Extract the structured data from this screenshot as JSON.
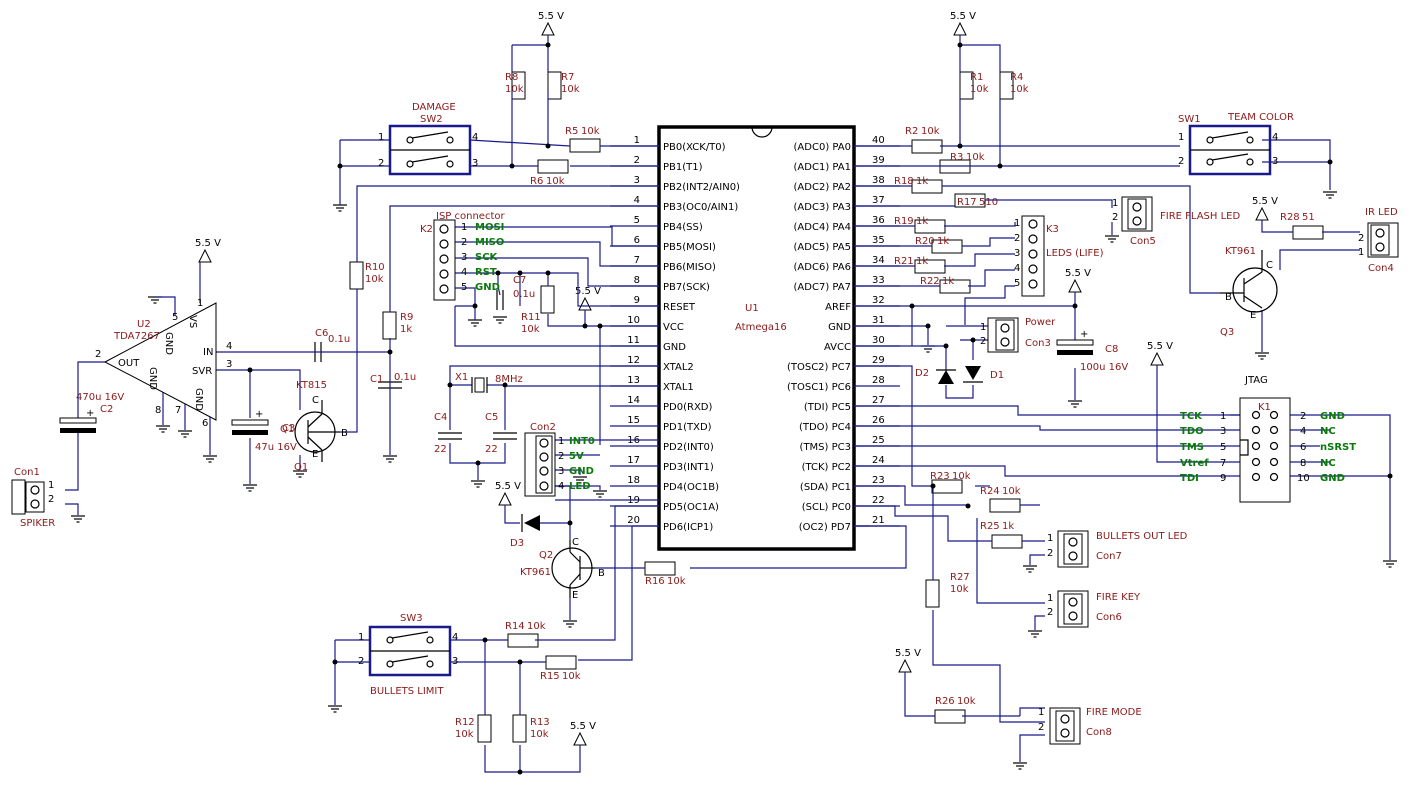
{
  "mcu": {
    "ref": "U1",
    "part": "Atmega16",
    "left_pins": [
      {
        "num": "1",
        "name": "PB0(XCK/T0)"
      },
      {
        "num": "2",
        "name": "PB1(T1)"
      },
      {
        "num": "3",
        "name": "PB2(INT2/AIN0)"
      },
      {
        "num": "4",
        "name": "PB3(OC0/AIN1)"
      },
      {
        "num": "5",
        "name": "PB4(SS)"
      },
      {
        "num": "6",
        "name": "PB5(MOSI)"
      },
      {
        "num": "7",
        "name": "PB6(MISO)"
      },
      {
        "num": "8",
        "name": "PB7(SCK)"
      },
      {
        "num": "9",
        "name": "RESET"
      },
      {
        "num": "10",
        "name": "VCC"
      },
      {
        "num": "11",
        "name": "GND"
      },
      {
        "num": "12",
        "name": "XTAL2"
      },
      {
        "num": "13",
        "name": "XTAL1"
      },
      {
        "num": "14",
        "name": "PD0(RXD)"
      },
      {
        "num": "15",
        "name": "PD1(TXD)"
      },
      {
        "num": "16",
        "name": "PD2(INT0)"
      },
      {
        "num": "17",
        "name": "PD3(INT1)"
      },
      {
        "num": "18",
        "name": "PD4(OC1B)"
      },
      {
        "num": "19",
        "name": "PD5(OC1A)"
      },
      {
        "num": "20",
        "name": "PD6(ICP1)"
      }
    ],
    "right_pins": [
      {
        "num": "40",
        "name": "(ADC0) PA0"
      },
      {
        "num": "39",
        "name": "(ADC1) PA1"
      },
      {
        "num": "38",
        "name": "(ADC2) PA2"
      },
      {
        "num": "37",
        "name": "(ADC3) PA3"
      },
      {
        "num": "36",
        "name": "(ADC4) PA4"
      },
      {
        "num": "35",
        "name": "(ADC5) PA5"
      },
      {
        "num": "34",
        "name": "(ADC6) PA6"
      },
      {
        "num": "33",
        "name": "(ADC7) PA7"
      },
      {
        "num": "32",
        "name": "AREF"
      },
      {
        "num": "31",
        "name": "GND"
      },
      {
        "num": "30",
        "name": "AVCC"
      },
      {
        "num": "29",
        "name": "(TOSC2) PC7"
      },
      {
        "num": "28",
        "name": "(TOSC1) PC6"
      },
      {
        "num": "27",
        "name": "(TDI) PC5"
      },
      {
        "num": "26",
        "name": "(TDO) PC4"
      },
      {
        "num": "25",
        "name": "(TMS) PC3"
      },
      {
        "num": "24",
        "name": "(TCK) PC2"
      },
      {
        "num": "23",
        "name": "(SDA) PC1"
      },
      {
        "num": "22",
        "name": "(SCL) PC0"
      },
      {
        "num": "21",
        "name": "(OC2) PD7"
      }
    ]
  },
  "resistors": [
    {
      "ref": "R8",
      "val": "10k"
    },
    {
      "ref": "R7",
      "val": "10k"
    },
    {
      "ref": "R5",
      "val": "10k"
    },
    {
      "ref": "R6",
      "val": "10k"
    },
    {
      "ref": "R1",
      "val": "10k"
    },
    {
      "ref": "R4",
      "val": "10k"
    },
    {
      "ref": "R2",
      "val": "10k"
    },
    {
      "ref": "R3",
      "val": "10k"
    },
    {
      "ref": "R18",
      "val": "1k"
    },
    {
      "ref": "R17",
      "val": "510"
    },
    {
      "ref": "R19",
      "val": "1k"
    },
    {
      "ref": "R20",
      "val": "1k"
    },
    {
      "ref": "R21",
      "val": "1k"
    },
    {
      "ref": "R22",
      "val": "1k"
    },
    {
      "ref": "R28",
      "val": "51"
    },
    {
      "ref": "R10",
      "val": "10k"
    },
    {
      "ref": "R9",
      "val": "1k"
    },
    {
      "ref": "R11",
      "val": "10k"
    },
    {
      "ref": "R16",
      "val": "10k"
    },
    {
      "ref": "R14",
      "val": "10k"
    },
    {
      "ref": "R15",
      "val": "10k"
    },
    {
      "ref": "R12",
      "val": "10k"
    },
    {
      "ref": "R13",
      "val": "10k"
    },
    {
      "ref": "R23",
      "val": "10k"
    },
    {
      "ref": "R24",
      "val": "10k"
    },
    {
      "ref": "R25",
      "val": "1k"
    },
    {
      "ref": "R27",
      "val": "10k"
    },
    {
      "ref": "R26",
      "val": "10k"
    }
  ],
  "caps": [
    {
      "ref": "C6",
      "val": "0.1u"
    },
    {
      "ref": "C1",
      "val": "0.1u"
    },
    {
      "ref": "C7",
      "val": "0.1u"
    },
    {
      "ref": "C4",
      "val": "22"
    },
    {
      "ref": "C5",
      "val": "22"
    },
    {
      "ref": "C2",
      "val": "470u 16V"
    },
    {
      "ref": "C3",
      "val": "47u 16V"
    },
    {
      "ref": "C8",
      "val": "100u 16V"
    }
  ],
  "supply": "5.5 V",
  "switches": {
    "sw2": {
      "ref": "SW2",
      "title": "DAMAGE"
    },
    "sw1": {
      "ref": "SW1",
      "title": "TEAM COLOR"
    },
    "sw3": {
      "ref": "SW3",
      "title": "BULLETS LIMIT"
    }
  },
  "isp": {
    "ref": "K2",
    "title": "ISP connector",
    "signals": [
      "MOSI",
      "MISO",
      "SCK",
      "RST",
      "GND"
    ]
  },
  "con2": {
    "ref": "Con2",
    "signals": [
      "INT0",
      "5V",
      "GND",
      "LED"
    ]
  },
  "jtag": {
    "ref": "K1",
    "title": "JTAG",
    "left": [
      {
        "name": "TCK",
        "num": "1"
      },
      {
        "name": "TDO",
        "num": "3"
      },
      {
        "name": "TMS",
        "num": "5"
      },
      {
        "name": "Vtref",
        "num": "7"
      },
      {
        "name": "TDI",
        "num": "9"
      }
    ],
    "right": [
      {
        "num": "2",
        "name": "GND"
      },
      {
        "num": "4",
        "name": "NC"
      },
      {
        "num": "6",
        "name": "nSRST"
      },
      {
        "num": "8",
        "name": "NC"
      },
      {
        "num": "10",
        "name": "GND"
      }
    ]
  },
  "leds_connector": {
    "ref": "K3",
    "title": "LEDS (LIFE)"
  },
  "u2": {
    "ref": "U2",
    "part": "TDA7267",
    "pins": {
      "vs": "VS",
      "gnd1": "GND",
      "gnd2": "GND",
      "gnd3": "GND",
      "out": "OUT",
      "in": "IN",
      "svr": "SVR"
    }
  },
  "transistors": {
    "q1": {
      "ref": "Q1",
      "part": "KT815"
    },
    "q2": {
      "ref": "Q2",
      "part": "KT961"
    },
    "q3": {
      "ref": "Q3",
      "part": "KT961"
    }
  },
  "diodes": {
    "d1": "D1",
    "d2": "D2",
    "d3": "D3"
  },
  "crystal": {
    "ref": "X1",
    "val": "8MHz"
  },
  "connectors": {
    "con1": {
      "ref": "Con1",
      "title": "SPIKER"
    },
    "con3": {
      "ref": "Con3",
      "title": "Power"
    },
    "con4": {
      "ref": "Con4",
      "title": "IR LED"
    },
    "con5": {
      "ref": "Con5",
      "title": "FIRE FLASH LED"
    },
    "con6": {
      "ref": "Con6",
      "title": "FIRE KEY"
    },
    "con7": {
      "ref": "Con7",
      "title": "BULLETS OUT LED"
    },
    "con8": {
      "ref": "Con8",
      "title": "FIRE MODE"
    }
  },
  "pin_labels": {
    "b": "B",
    "c": "C",
    "e": "E",
    "p1": "1",
    "p2": "2",
    "p3": "3",
    "p4": "4",
    "p5": "5",
    "p6": "6",
    "p7": "7",
    "p8": "8",
    "plus": "+"
  }
}
